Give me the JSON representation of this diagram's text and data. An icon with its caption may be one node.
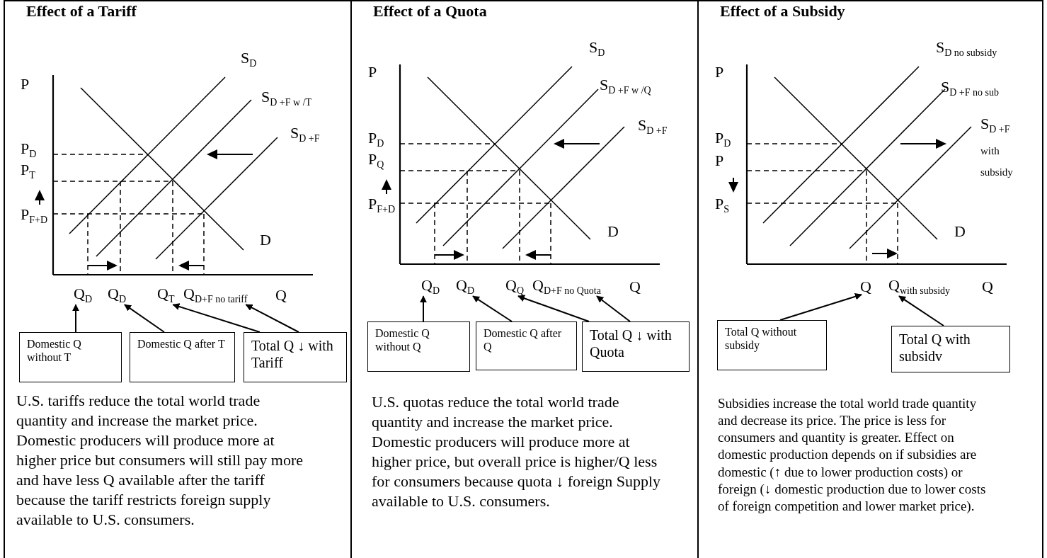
{
  "diagram": {
    "nodes": [
      {
        "text": [
          "Effect of a Tariff",
          "U.S. tariffs reduce the total world trade quantity and increase the market price. Domestic producers will produce more at higher price but consumers will still pay more and have less Q available after the tariff because the tariff restricts foreign supply available to U.S. consumers."
        ]
      },
      {
        "text": [
          "Q$_{D}$"
        ],
        "in": 0
      },
      {
        "text": [
          "Q$_{D}$"
        ],
        "in": 0
      },
      {
        "text": [
          "Q$_{T}$"
        ],
        "in": 0
      },
      {
        "text": [
          "Q$_{D+F  no tariff}$"
        ],
        "in": 0
      },
      {
        "text": [
          "Domestic Q without  T"
        ],
        "in": 0
      },
      {
        "text": [
          "Domestic Q after  T"
        ],
        "in": 0
      },
      {
        "text": [
          "Total Q ↓ with Tariff"
        ],
        "in": 0
      },
      {
        "text": [
          "Effect of a Quota",
          "U.S. quotas reduce the total world trade quantity and increase the market price. Domestic producers will produce more at higher price, but overall price is higher/Q less for consumers because quota ↓ foreign Supply available to U.S. consumers."
        ]
      },
      {
        "text": [
          "Q$_{D}$"
        ],
        "in": 8
      },
      {
        "text": [
          "Q$_{D}$"
        ],
        "in": 8
      },
      {
        "text": [
          "Q$_{Q}$"
        ],
        "in": 8
      },
      {
        "text": [
          "Q$_{D+F  no Quota}$"
        ],
        "in": 8
      },
      {
        "text": [
          "Domestic Q without  Q"
        ],
        "in": 8
      },
      {
        "text": [
          "Domestic Q after  Q"
        ],
        "in": 8
      },
      {
        "text": [
          "Total Q ↓ with Quota"
        ],
        "in": 8
      },
      {
        "text": [
          "Effect of a Subsidy",
          "Subsidies increase the total world trade quantity and decrease its price. The price is less for consumers and quantity is greater. Effect on domestic production depends on if subsidies are domestic (↑ due to lower production costs) or foreign (↓ domestic production due to lower costs of foreign competition and lower market price)."
        ]
      },
      {
        "text": [
          "Q"
        ],
        "in": 16
      },
      {
        "text": [
          "Q$_{with subsidy}$"
        ],
        "in": 16
      },
      {
        "text": [
          "Total Q without subsidy"
        ],
        "in": 16
      },
      {
        "text": [
          "Total Q with subsidv"
        ],
        "in": 16
      }
    ],
    "edges": [
      {
        "from": 5,
        "to": 1,
        "arrow": "to"
      },
      {
        "from": 6,
        "to": 2,
        "arrow": "to"
      },
      {
        "from": 7,
        "to": 3,
        "arrow": "to"
      },
      {
        "from": 7,
        "to": 4,
        "arrow": "to"
      },
      {
        "from": 13,
        "to": 9,
        "arrow": "to"
      },
      {
        "from": 14,
        "to": 10,
        "arrow": "to"
      },
      {
        "from": 15,
        "to": 11,
        "arrow": "to"
      },
      {
        "from": 15,
        "to": 12,
        "arrow": "to"
      },
      {
        "from": 19,
        "to": 17,
        "arrow": "to"
      },
      {
        "from": 20,
        "to": 18,
        "arrow": "to"
      }
    ],
    "labels": [
      "S$_{D}$",
      "P",
      "S$_{D +F  w /T}$",
      "S$_{D +F}$",
      "P$_{D}$",
      "P$_{T}$",
      "P$_{F+D}$",
      "D",
      "Q",
      "S$_{D}$",
      "P",
      "S$_{D +F  w /Q}$",
      "S$_{D +F}$",
      "P$_{D}$",
      "P$_{Q}$",
      "P$_{F+D}$",
      "D",
      "Q",
      "S$_{D no subsidy}$",
      "P",
      "S$_{D +F   no sub}$",
      "S$_{D +F}$",
      "with subsidy",
      "P$_{D}$",
      "P",
      "P$_{S}$",
      "D",
      "Q"
    ]
  }
}
